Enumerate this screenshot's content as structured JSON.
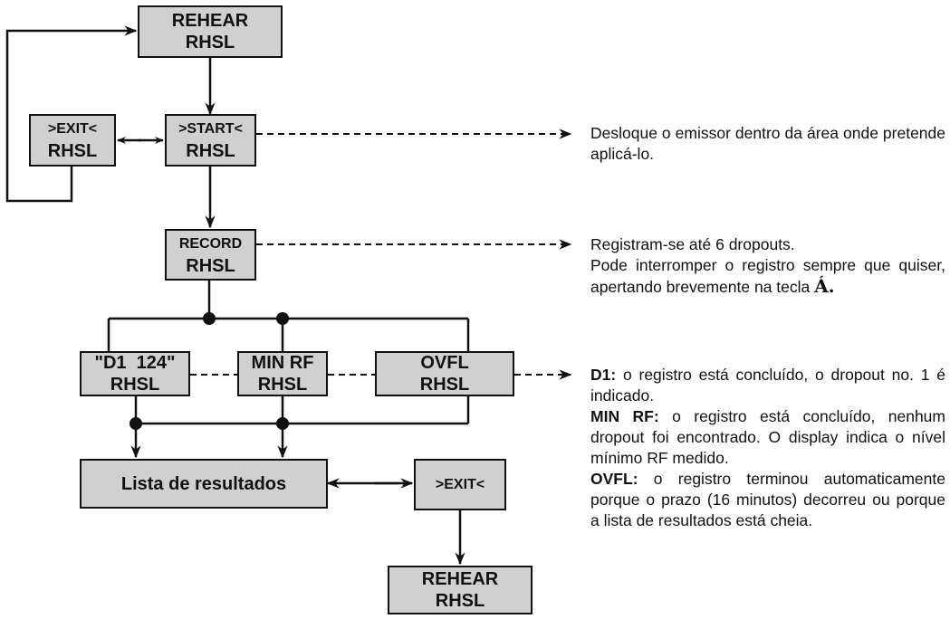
{
  "boxes": {
    "rehear_top": {
      "line1": "REHEAR",
      "line2": "RHSL"
    },
    "exit_left": {
      "line1": ">EXIT<",
      "line2": "RHSL"
    },
    "start": {
      "line1": ">START<",
      "line2": "RHSL"
    },
    "record": {
      "line1": "RECORD",
      "line2": "RHSL"
    },
    "d1": {
      "line1": "\"D1  124\"",
      "line2": "RHSL"
    },
    "minrf": {
      "line1": "MIN RF",
      "line2": "RHSL"
    },
    "ovfl": {
      "line1": "OVFL",
      "line2": "RHSL"
    },
    "lista": {
      "line1": "Lista de resultados"
    },
    "exit_right": {
      "line1": ">EXIT<"
    },
    "rehear_bottom": {
      "line1": "REHEAR",
      "line2": "RHSL"
    }
  },
  "descriptions": {
    "start": "Desloque o emissor dentro da área onde pretende aplicá-lo.",
    "record_1": "Registram-se até 6 dropouts.",
    "record_2": "Pode interromper o registro sempre que quiser, apertando brevemente na tecla",
    "record_key": "Á.",
    "d1_term": "D1:",
    "d1_text": " o registro está concluído, o dropout no. 1 é indicado.",
    "minrf_term": "MIN RF:",
    "minrf_text": " o registro está concluído, nenhum dropout foi encontrado. O display indica o nível mínimo RF medido.",
    "ovfl_term": "OVFL:",
    "ovfl_text": " o registro terminou automaticamente porque o prazo (16 minutos) decorreu ou porque a lista de resultados está cheia."
  }
}
